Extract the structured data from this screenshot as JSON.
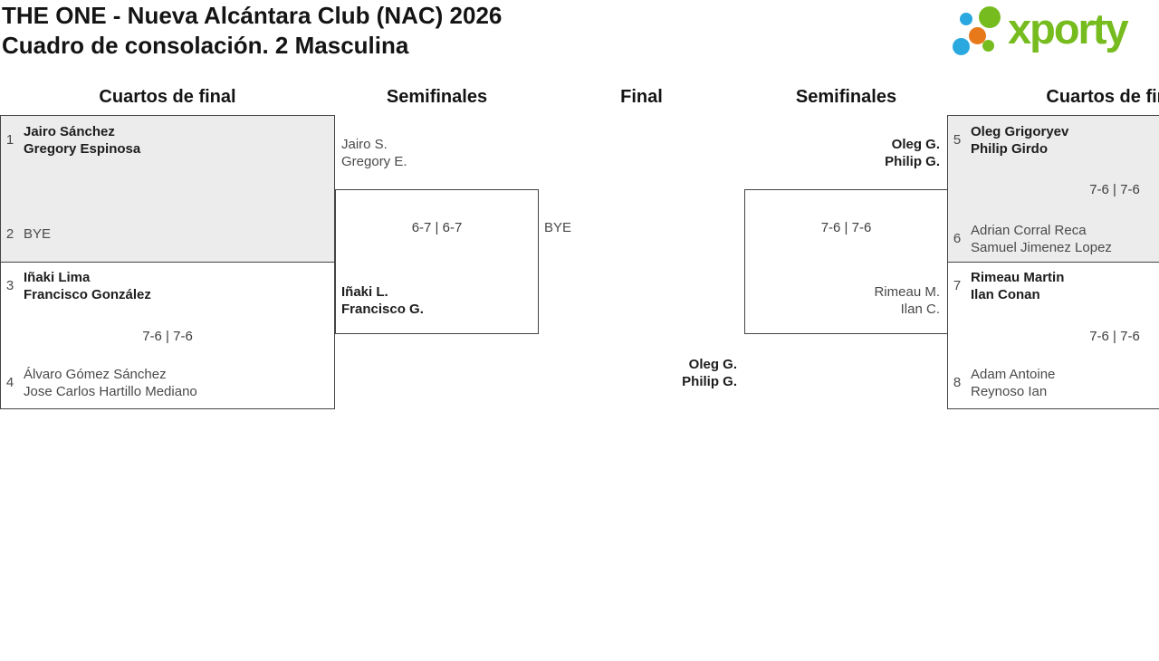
{
  "header": {
    "title_line1": "THE ONE - Nueva Alcántara Club (NAC) 2026",
    "title_line2": "Cuadro de consolación. 2 Masculina"
  },
  "logo": {
    "text": "xporty",
    "dots": [
      "blue-small",
      "green-large",
      "orange",
      "blue-large",
      "green-small"
    ]
  },
  "columns": [
    "Cuartos de final",
    "Semifinales",
    "Final",
    "Semifinales",
    "Cuartos de final"
  ],
  "bracket": {
    "qf_left": [
      {
        "team1": {
          "seed": "1",
          "players": [
            "Jairo Sánchez",
            "Gregory Espinosa"
          ],
          "winner": true
        },
        "team2": {
          "seed": "2",
          "players": [
            "BYE"
          ],
          "winner": false
        },
        "score": ""
      },
      {
        "team1": {
          "seed": "3",
          "players": [
            "Iñaki Lima",
            "Francisco González"
          ],
          "winner": true
        },
        "team2": {
          "seed": "4",
          "players": [
            "Álvaro Gómez Sánchez",
            "Jose Carlos Hartillo Mediano"
          ],
          "winner": false
        },
        "score": "7-6 | 7-6"
      }
    ],
    "sf_left": {
      "team1": {
        "players": [
          "Jairo S.",
          "Gregory E."
        ],
        "winner": false
      },
      "team2": {
        "players": [
          "Iñaki L.",
          "Francisco G."
        ],
        "winner": true
      },
      "score": "6-7 | 6-7"
    },
    "final": {
      "team_left": {
        "players": [
          "BYE"
        ],
        "winner": false
      },
      "team_right": {
        "players": [
          "Oleg G.",
          "Philip G."
        ],
        "winner": true
      }
    },
    "sf_right": {
      "team1": {
        "players": [
          "Oleg G.",
          "Philip G."
        ],
        "winner": true
      },
      "team2": {
        "players": [
          "Rimeau M.",
          "Ilan C."
        ],
        "winner": false
      },
      "score": "7-6 | 7-6"
    },
    "qf_right": [
      {
        "team1": {
          "seed": "5",
          "players": [
            "Oleg Grigoryev",
            "Philip Girdo"
          ],
          "winner": true
        },
        "team2": {
          "seed": "6",
          "players": [
            "Adrian Corral Reca",
            "Samuel Jimenez Lopez"
          ],
          "winner": false
        },
        "score": "7-6 | 7-6"
      },
      {
        "team1": {
          "seed": "7",
          "players": [
            "Rimeau Martin",
            "Ilan Conan"
          ],
          "winner": true
        },
        "team2": {
          "seed": "8",
          "players": [
            "Adam Antoine",
            "Reynoso Ian"
          ],
          "winner": false
        },
        "score": "7-6 | 7-6"
      }
    ]
  },
  "colors": {
    "brand_green": "#76bc1f",
    "brand_blue": "#2aa9e0",
    "brand_orange": "#e8791a",
    "box_border": "#444444",
    "box_grey_fill": "#ececec",
    "winner_text": "#1d1d1d",
    "regular_text": "#4a4a4a"
  }
}
